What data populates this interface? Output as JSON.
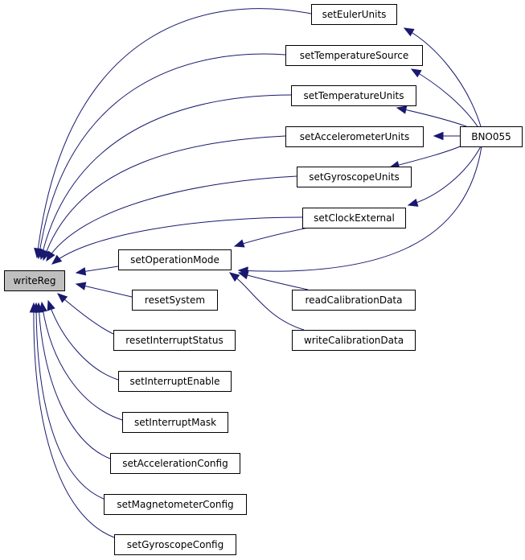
{
  "graph": {
    "nodes": [
      {
        "id": "writeReg",
        "label": "writeReg",
        "root": true
      },
      {
        "id": "setEulerUnits",
        "label": "setEulerUnits"
      },
      {
        "id": "setTemperatureSource",
        "label": "setTemperatureSource"
      },
      {
        "id": "setTemperatureUnits",
        "label": "setTemperatureUnits"
      },
      {
        "id": "setAccelerometerUnits",
        "label": "setAccelerometerUnits"
      },
      {
        "id": "setGyroscopeUnits",
        "label": "setGyroscopeUnits"
      },
      {
        "id": "setClockExternal",
        "label": "setClockExternal"
      },
      {
        "id": "setOperationMode",
        "label": "setOperationMode"
      },
      {
        "id": "resetSystem",
        "label": "resetSystem"
      },
      {
        "id": "resetInterruptStatus",
        "label": "resetInterruptStatus"
      },
      {
        "id": "setInterruptEnable",
        "label": "setInterruptEnable"
      },
      {
        "id": "setInterruptMask",
        "label": "setInterruptMask"
      },
      {
        "id": "setAccelerationConfig",
        "label": "setAccelerationConfig"
      },
      {
        "id": "setMagnetometerConfig",
        "label": "setMagnetometerConfig"
      },
      {
        "id": "setGyroscopeConfig",
        "label": "setGyroscopeConfig"
      },
      {
        "id": "BNO055",
        "label": "BNO055"
      },
      {
        "id": "readCalibrationData",
        "label": "readCalibrationData"
      },
      {
        "id": "writeCalibrationData",
        "label": "writeCalibrationData"
      }
    ],
    "edges": [
      {
        "from": "setEulerUnits",
        "to": "writeReg"
      },
      {
        "from": "setTemperatureSource",
        "to": "writeReg"
      },
      {
        "from": "setTemperatureUnits",
        "to": "writeReg"
      },
      {
        "from": "setAccelerometerUnits",
        "to": "writeReg"
      },
      {
        "from": "setGyroscopeUnits",
        "to": "writeReg"
      },
      {
        "from": "setClockExternal",
        "to": "writeReg"
      },
      {
        "from": "setOperationMode",
        "to": "writeReg"
      },
      {
        "from": "resetSystem",
        "to": "writeReg"
      },
      {
        "from": "resetInterruptStatus",
        "to": "writeReg"
      },
      {
        "from": "setInterruptEnable",
        "to": "writeReg"
      },
      {
        "from": "setInterruptMask",
        "to": "writeReg"
      },
      {
        "from": "setAccelerationConfig",
        "to": "writeReg"
      },
      {
        "from": "setMagnetometerConfig",
        "to": "writeReg"
      },
      {
        "from": "setGyroscopeConfig",
        "to": "writeReg"
      },
      {
        "from": "BNO055",
        "to": "setEulerUnits"
      },
      {
        "from": "BNO055",
        "to": "setTemperatureSource"
      },
      {
        "from": "BNO055",
        "to": "setTemperatureUnits"
      },
      {
        "from": "BNO055",
        "to": "setAccelerometerUnits"
      },
      {
        "from": "BNO055",
        "to": "setGyroscopeUnits"
      },
      {
        "from": "BNO055",
        "to": "setClockExternal"
      },
      {
        "from": "BNO055",
        "to": "setOperationMode"
      },
      {
        "from": "setClockExternal",
        "to": "setOperationMode"
      },
      {
        "from": "readCalibrationData",
        "to": "setOperationMode"
      },
      {
        "from": "writeCalibrationData",
        "to": "setOperationMode"
      }
    ]
  }
}
